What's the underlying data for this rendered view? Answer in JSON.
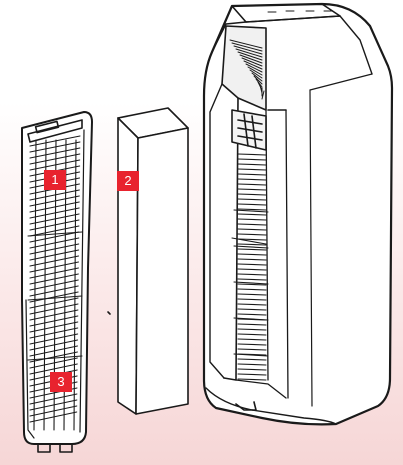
{
  "colors": {
    "badge": "#e8232e",
    "line": "#1a1a1a",
    "background_top": "#ffffff",
    "background_bottom": "#f6d6d6"
  },
  "badges": {
    "b1": "1",
    "b2": "2",
    "b3": "3"
  }
}
